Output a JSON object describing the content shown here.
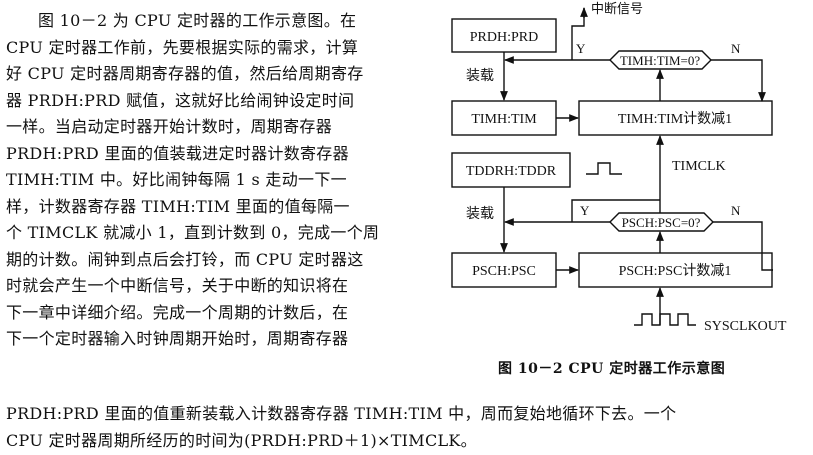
{
  "paragraph_lines": [
    "图 10－2 为 CPU 定时器的工作示意图。在",
    "CPU 定时器工作前，先要根据实际的需求，计算",
    "好 CPU 定时器周期寄存器的值，然后给周期寄存",
    "器 PRDH:PRD 赋值，这就好比给闹钟设定时间",
    "一样。当启动定时器开始计数时，周期寄存器",
    "PRDH:PRD 里面的值装载进定时器计数寄存器",
    "TIMH:TIM 中。好比闹钟每隔 1 s 走动一下一",
    "样，计数器寄存器 TIMH:TIM 里面的值每隔一",
    "个 TIMCLK 就减小 1，直到计数到 0，完成一个周",
    "期的计数。闹钟到点后会打铃，而 CPU 定时器这",
    "时就会产生一个中断信号，关于中断的知识将在",
    "下一章中详细介绍。完成一个周期的计数后，在",
    "下一个定时器输入时钟周期开始时，周期寄存器"
  ],
  "bottom_lines": [
    "PRDH:PRD 里面的值重新装载入计数器寄存器 TIMH:TIM 中，周而复始地循环下去。一个",
    "CPU 定时器周期所经历的时间为(PRDH:PRD＋1)×TIMCLK。"
  ],
  "figure": {
    "caption": "图 10－2   CPU 定时器工作示意图",
    "box_prd": "PRDH:PRD",
    "box_tim": "TIMH:TIM",
    "box_tddr": "TDDRH:TDDR",
    "box_psc": "PSCH:PSC",
    "box_tim_dec": "TIMH:TIM计数减1",
    "box_psc_dec": "PSCH:PSC计数减1",
    "dec_tim_cond": "TIMH:TIM=0?",
    "dec_psc_cond": "PSCH:PSC=0?",
    "interrupt": "中断信号",
    "load1": "装载",
    "load2": "装载",
    "y1": "Y",
    "n1": "N",
    "y2": "Y",
    "n2": "N",
    "timclk": "TIMCLK",
    "sysclkout": "SYSCLKOUT"
  }
}
